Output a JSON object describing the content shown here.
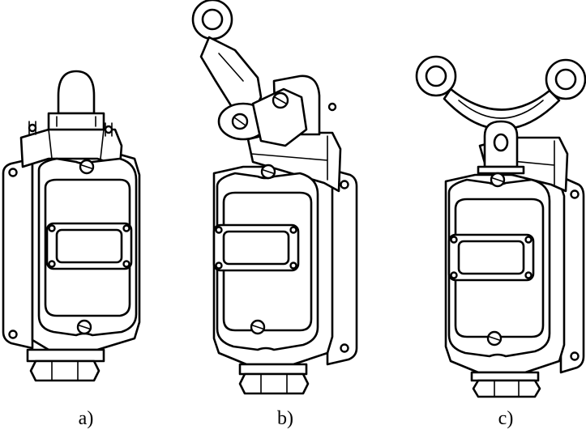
{
  "labels": {
    "a": "a)",
    "b": "b)",
    "c": "c)"
  }
}
